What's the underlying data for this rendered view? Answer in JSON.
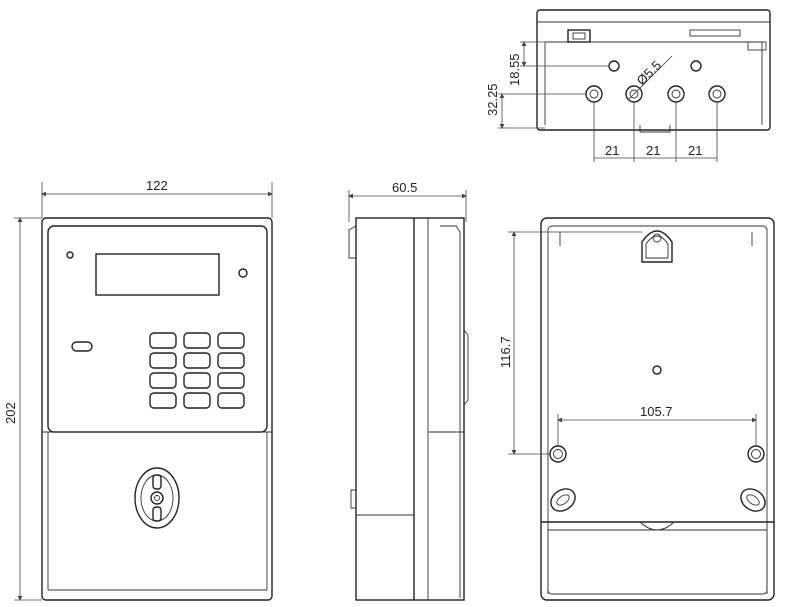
{
  "views": {
    "front": {
      "width_label": "122",
      "height_label": "202"
    },
    "side": {
      "depth_label": "60.5"
    },
    "back": {
      "hole_spacing_vertical_label": "116.7",
      "hole_spacing_horizontal_label": "105.7"
    },
    "terminal_detail": {
      "top_offset_label": "18.55",
      "center_offset_label": "32.25",
      "hole_diameter_label": "Ø5.5",
      "pitch_labels": [
        "21",
        "21",
        "21"
      ]
    }
  },
  "keypad": {
    "rows": 4,
    "cols": 3
  },
  "colors": {
    "line": "#222222",
    "background": "#ffffff"
  }
}
